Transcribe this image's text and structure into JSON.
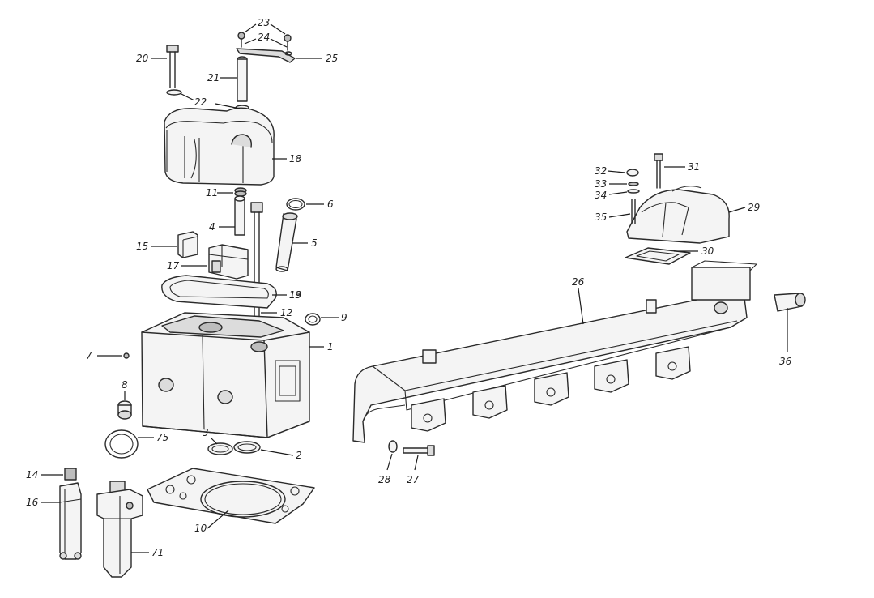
{
  "diagram": {
    "callouts": [
      {
        "id": "c1",
        "text": "1"
      },
      {
        "id": "c2",
        "text": "2"
      },
      {
        "id": "c3",
        "text": "3"
      },
      {
        "id": "c4",
        "text": "4"
      },
      {
        "id": "c5",
        "text": "5"
      },
      {
        "id": "c6",
        "text": "6"
      },
      {
        "id": "c7",
        "text": "7"
      },
      {
        "id": "c8",
        "text": "8"
      },
      {
        "id": "c9",
        "text": "9"
      },
      {
        "id": "c10",
        "text": "10"
      },
      {
        "id": "c11",
        "text": "11"
      },
      {
        "id": "c12",
        "text": "12"
      },
      {
        "id": "c13",
        "text": "13"
      },
      {
        "id": "c14",
        "text": "14"
      },
      {
        "id": "c15",
        "text": "15"
      },
      {
        "id": "c16",
        "text": "16"
      },
      {
        "id": "c17",
        "text": "17"
      },
      {
        "id": "c18",
        "text": "18"
      },
      {
        "id": "c19",
        "text": "19"
      },
      {
        "id": "c20",
        "text": "20"
      },
      {
        "id": "c21",
        "text": "21"
      },
      {
        "id": "c22",
        "text": "22"
      },
      {
        "id": "c23",
        "text": "23"
      },
      {
        "id": "c24",
        "text": "24"
      },
      {
        "id": "c25",
        "text": "25"
      },
      {
        "id": "c26",
        "text": "26"
      },
      {
        "id": "c27",
        "text": "27"
      },
      {
        "id": "c28",
        "text": "28"
      },
      {
        "id": "c29",
        "text": "29"
      },
      {
        "id": "c30",
        "text": "30"
      },
      {
        "id": "c31",
        "text": "31"
      },
      {
        "id": "c32",
        "text": "32"
      },
      {
        "id": "c33",
        "text": "33"
      },
      {
        "id": "c34",
        "text": "34"
      },
      {
        "id": "c35",
        "text": "35"
      },
      {
        "id": "c36",
        "text": "36"
      },
      {
        "id": "c71",
        "text": "71"
      },
      {
        "id": "c75",
        "text": "75"
      }
    ]
  }
}
